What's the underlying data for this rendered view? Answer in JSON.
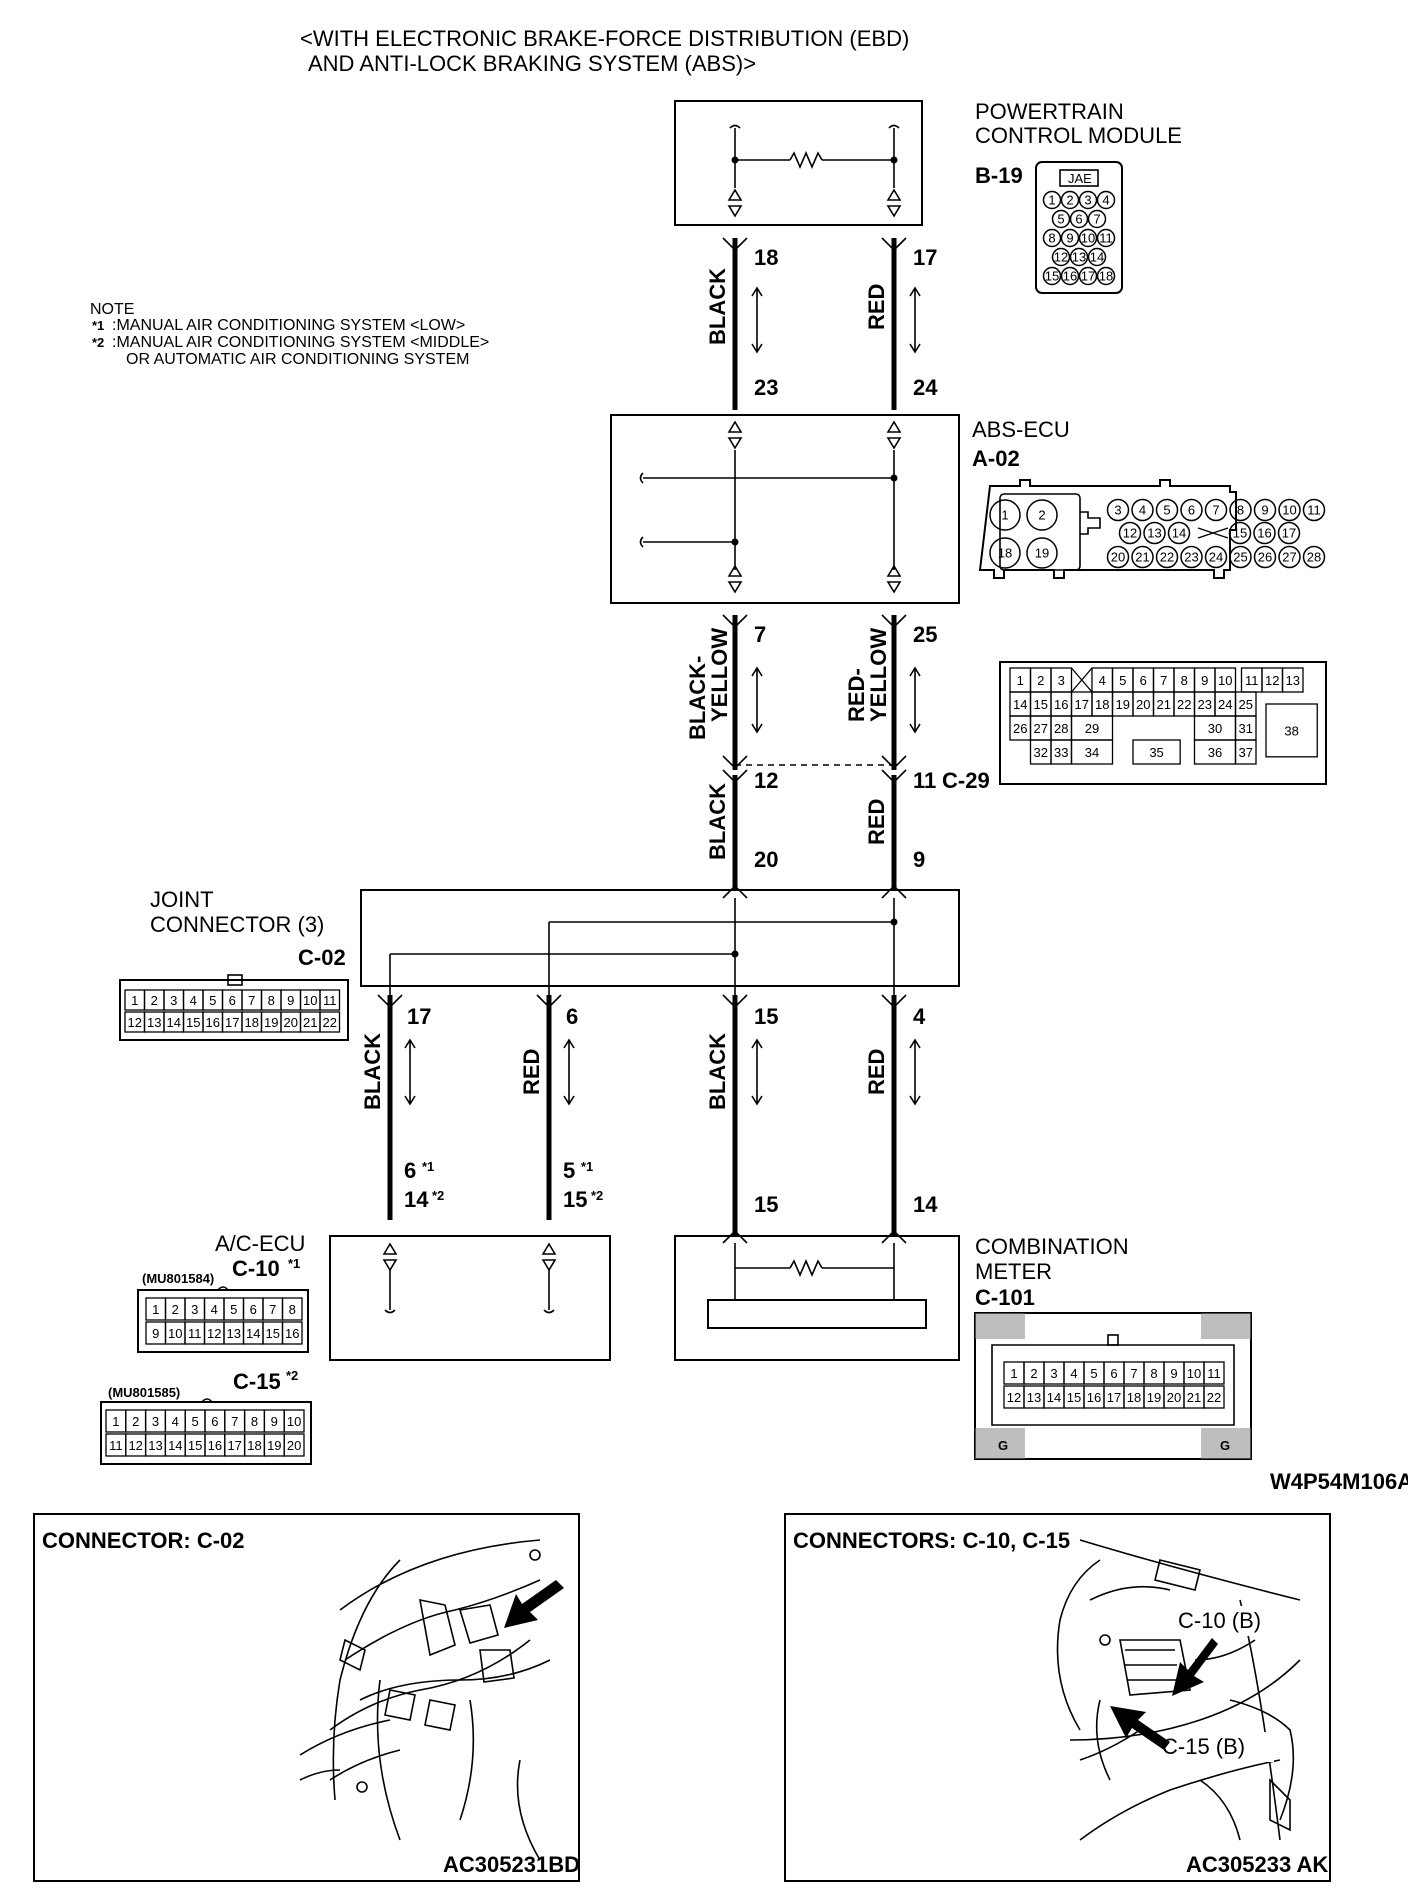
{
  "header": {
    "line1": "<WITH ELECTRONIC BRAKE-FORCE DISTRIBUTION (EBD)",
    "line2": "AND ANTI-LOCK BRAKING SYSTEM (ABS)>"
  },
  "note": {
    "title": "NOTE",
    "item1_mark": "*1",
    "item1_text": ":MANUAL AIR CONDITIONING SYSTEM <LOW>",
    "item2_mark": "*2",
    "item2_text": ":MANUAL AIR CONDITIONING SYSTEM <MIDDLE>",
    "item2_cont": "OR AUTOMATIC AIR CONDITIONING SYSTEM"
  },
  "components": {
    "pcm": {
      "name1": "POWERTRAIN",
      "name2": "CONTROL MODULE",
      "code": "B-19",
      "connector_tag": "JAE",
      "rows": [
        [
          "1",
          "2",
          "3",
          "4"
        ],
        [
          "5",
          "6",
          "7"
        ],
        [
          "8",
          "9",
          "10",
          "11"
        ],
        [
          "12",
          "13",
          "14"
        ],
        [
          "15",
          "16",
          "17",
          "18"
        ]
      ]
    },
    "abs": {
      "name": "ABS-ECU",
      "code": "A-02",
      "big_pins": [
        "1",
        "2",
        "18",
        "19"
      ],
      "row1": [
        "3",
        "4",
        "5",
        "6",
        "7",
        "8",
        "9",
        "10",
        "11"
      ],
      "row2a": [
        "12",
        "13",
        "14"
      ],
      "row2b": [
        "15",
        "16",
        "17"
      ],
      "row3": [
        "20",
        "21",
        "22",
        "23",
        "24",
        "25",
        "26",
        "27",
        "28"
      ]
    },
    "c29": {
      "code": "C-29",
      "row1a": [
        "1",
        "2",
        "3"
      ],
      "row1b": [
        "4",
        "5",
        "6",
        "7",
        "8",
        "9",
        "10"
      ],
      "row1c": [
        "11",
        "12",
        "13"
      ],
      "row2": [
        "14",
        "15",
        "16",
        "17",
        "18",
        "19",
        "20",
        "21",
        "22",
        "23",
        "24",
        "25"
      ],
      "row3a": [
        "26",
        "27",
        "28",
        "29"
      ],
      "row3b": [
        "30",
        "31"
      ],
      "row4a": [
        "32",
        "33",
        "34"
      ],
      "row4m": [
        "35"
      ],
      "row4b": [
        "36",
        "37"
      ],
      "big": "38"
    },
    "joint": {
      "name1": "JOINT",
      "name2": "CONNECTOR (3)",
      "code": "C-02",
      "row1": [
        "1",
        "2",
        "3",
        "4",
        "5",
        "6",
        "7",
        "8",
        "9",
        "10",
        "11"
      ],
      "row2": [
        "12",
        "13",
        "14",
        "15",
        "16",
        "17",
        "18",
        "19",
        "20",
        "21",
        "22"
      ]
    },
    "acecu": {
      "name": "A/C-ECU",
      "code": "C-10",
      "mark": "*1",
      "part": "(MU801584)",
      "row1": [
        "1",
        "2",
        "3",
        "4",
        "5",
        "6",
        "7",
        "8"
      ],
      "row2": [
        "9",
        "10",
        "11",
        "12",
        "13",
        "14",
        "15",
        "16"
      ]
    },
    "c15": {
      "code": "C-15",
      "mark": "*2",
      "part": "(MU801585)",
      "row1": [
        "1",
        "2",
        "3",
        "4",
        "5",
        "6",
        "7",
        "8",
        "9",
        "10"
      ],
      "row2": [
        "11",
        "12",
        "13",
        "14",
        "15",
        "16",
        "17",
        "18",
        "19",
        "20"
      ]
    },
    "meter": {
      "name1": "COMBINATION",
      "name2": "METER",
      "code": "C-101",
      "g": "G",
      "row1": [
        "1",
        "2",
        "3",
        "4",
        "5",
        "6",
        "7",
        "8",
        "9",
        "10",
        "11"
      ],
      "row2": [
        "12",
        "13",
        "14",
        "15",
        "16",
        "17",
        "18",
        "19",
        "20",
        "21",
        "22"
      ]
    }
  },
  "wires": {
    "w1": {
      "color": "BLACK",
      "top": "18",
      "bottom": "23"
    },
    "w2": {
      "color": "RED",
      "top": "17",
      "bottom": "24"
    },
    "w3": {
      "color1": "BLACK-",
      "color2": "YELLOW",
      "top": "7",
      "bottom": "12"
    },
    "w4": {
      "color1": "RED-",
      "color2": "YELLOW",
      "top": "25",
      "bottom": "11"
    },
    "w5": {
      "color": "BLACK",
      "bottom": "20"
    },
    "w6": {
      "color": "RED",
      "bottom": "9"
    },
    "w7": {
      "color": "BLACK",
      "top": "17",
      "b1": "6",
      "b1m": "*1",
      "b2": "14",
      "b2m": "*2"
    },
    "w8": {
      "color": "RED",
      "top": "6",
      "b1": "5",
      "b1m": "*1",
      "b2": "15",
      "b2m": "*2"
    },
    "w9": {
      "color": "BLACK",
      "top": "15",
      "bottom": "15"
    },
    "w10": {
      "color": "RED",
      "top": "4",
      "bottom": "14"
    }
  },
  "diagram_code": "W4P54M106A",
  "photos": {
    "left": {
      "title": "CONNECTOR: C-02",
      "code": "AC305231BD"
    },
    "right": {
      "title": "CONNECTORS: C-10, C-15",
      "label1": "C-10 (B)",
      "label2": "C-15 (B)",
      "code": "AC305233 AK"
    }
  }
}
